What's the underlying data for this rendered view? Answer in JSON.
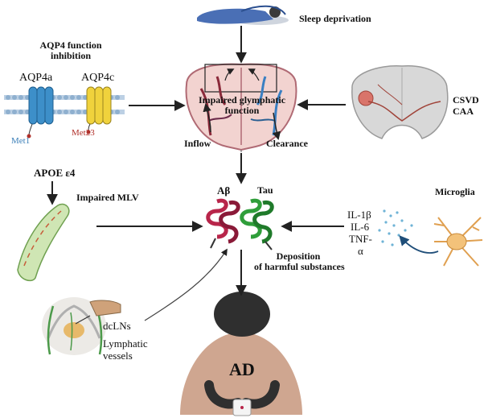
{
  "labels": {
    "sleep_deprivation": "Sleep deprivation",
    "aqp4_title_line1": "AQP4 function",
    "aqp4_title_line2": "inhibition",
    "aqp4a": "AQP4a",
    "aqp4c": "AQP4c",
    "met1": "Met1",
    "met23": "Met23",
    "impaired_glymphatic_line1": "Impaired glymphatic",
    "impaired_glymphatic_line2": "function",
    "inflow": "Inflow",
    "clearance": "Clearance",
    "csvd": "CSVD",
    "caa": "CAA",
    "apoe": "APOE ε4",
    "impaired_mlv": "Impaired MLV",
    "abeta": "Aβ",
    "tau": "Tau",
    "microglia": "Microglia",
    "il1b": "IL-1β",
    "il6": "IL-6",
    "tnf_line1": "TNF-",
    "tnf_line2": "α",
    "deposition_line1": "Deposition",
    "deposition_line2": "of harmful substances",
    "dclns": "dcLNs",
    "lymphatic_line1": "Lymphatic",
    "lymphatic_line2": "vessels",
    "ad": "AD"
  },
  "colors": {
    "aqp4a": "#3d8fc9",
    "aqp4c": "#f0d23c",
    "abeta": "#b8254a",
    "tau": "#2f9e3a",
    "brain": "#f2d3d0",
    "membrane": "#8fb0cf",
    "person": "#333333",
    "shirt": "#cfa690",
    "sleeper": "#4a6fb5"
  }
}
